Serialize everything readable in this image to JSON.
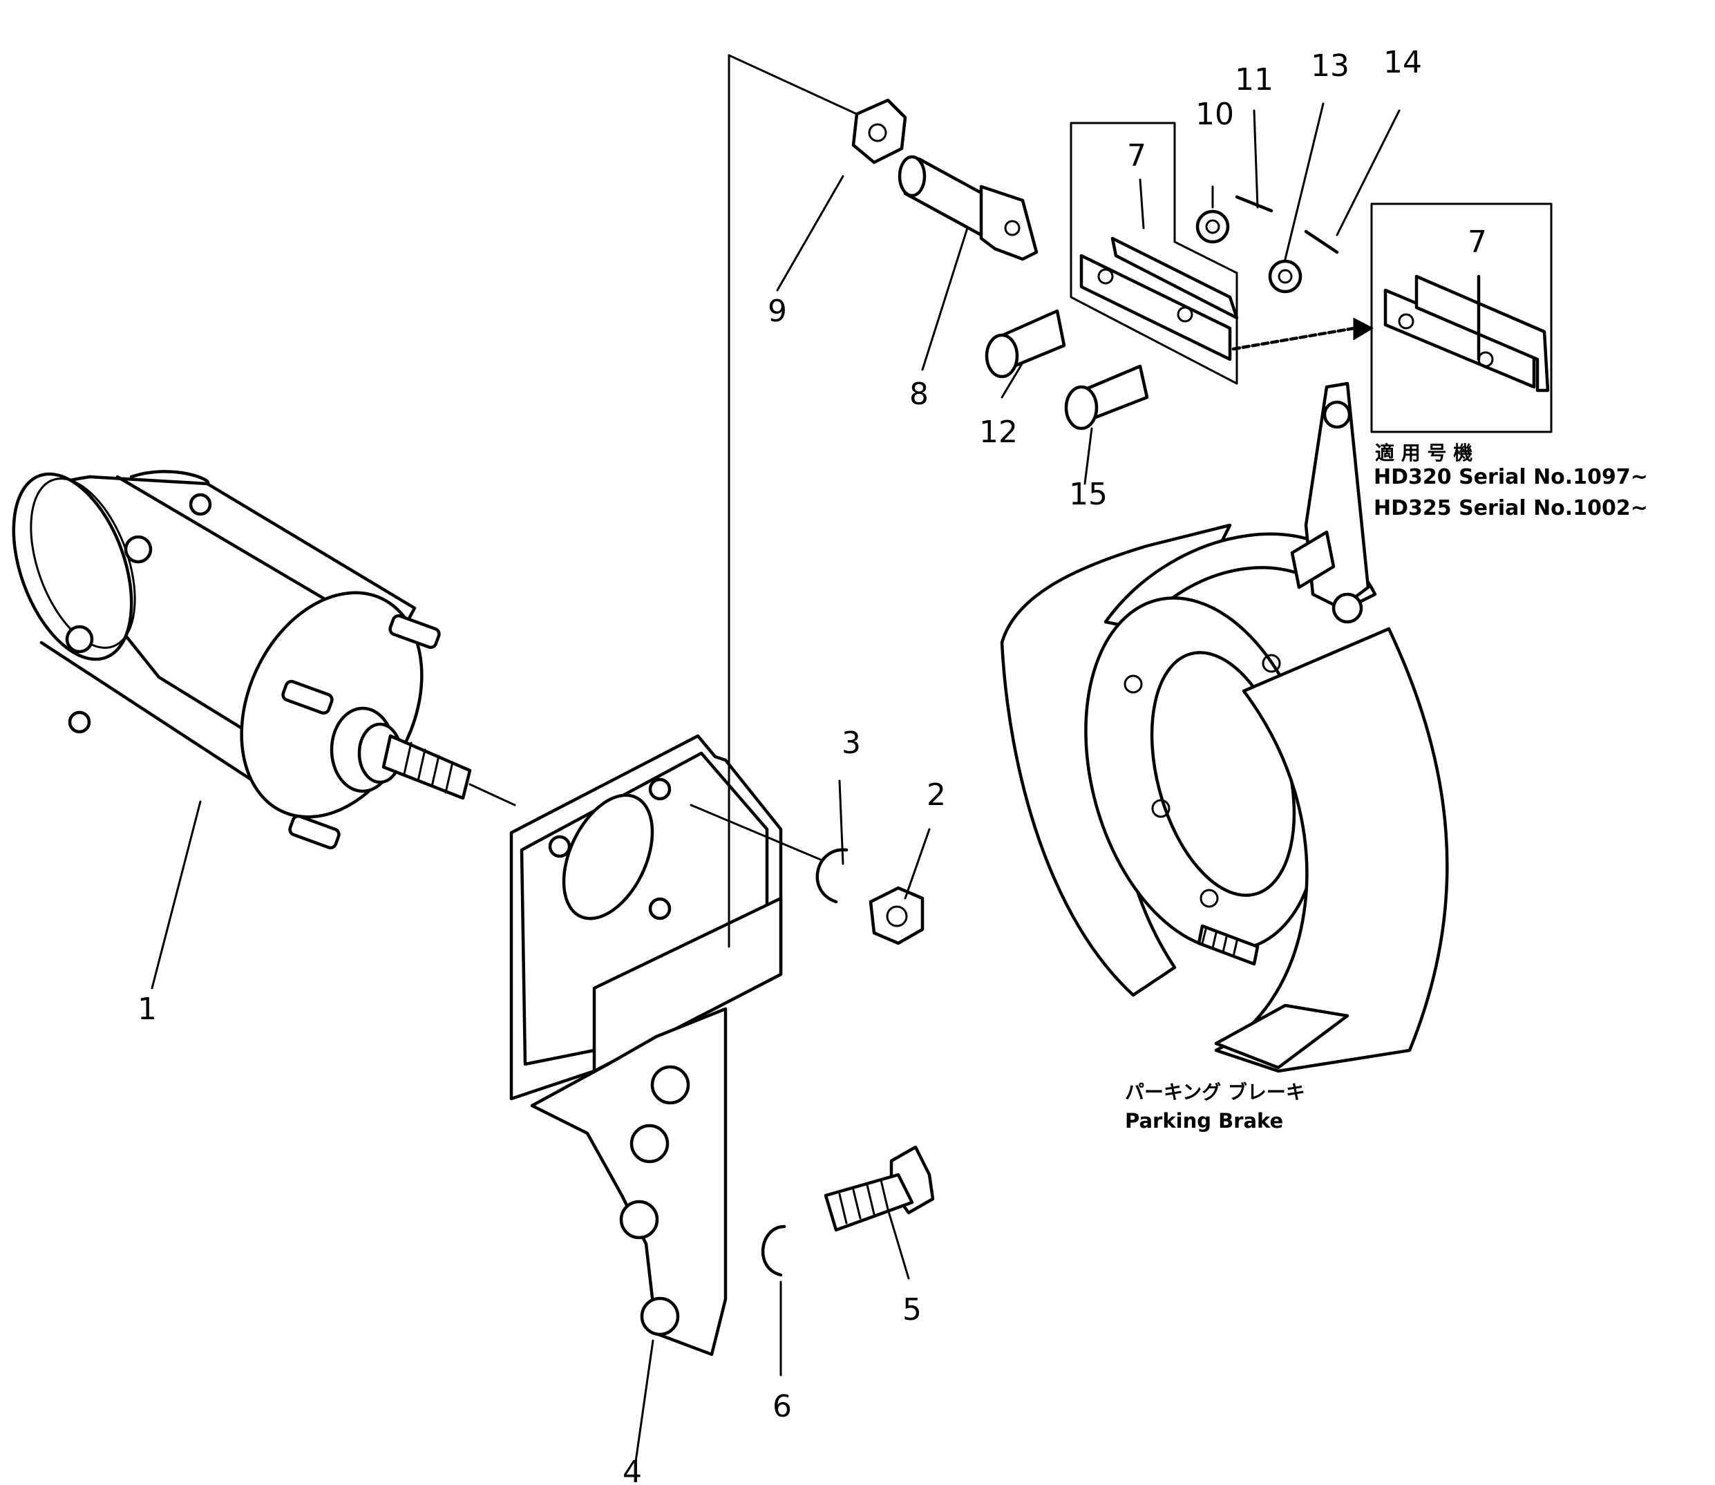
{
  "callouts": {
    "c1": "1",
    "c2": "2",
    "c3": "3",
    "c4": "4",
    "c5": "5",
    "c6": "6",
    "c7": "7",
    "c7b": "7",
    "c8": "8",
    "c9": "9",
    "c10": "10",
    "c11": "11",
    "c12": "12",
    "c13": "13",
    "c14": "14",
    "c15": "15"
  },
  "applicability_note": {
    "heading_jp": "適 用 号 機",
    "line1": "HD320 Serial No.1097~",
    "line2": "HD325 Serial No.1002~"
  },
  "parking_brake": {
    "label_jp": "パーキング ブレーキ",
    "label_en": "Parking Brake"
  }
}
